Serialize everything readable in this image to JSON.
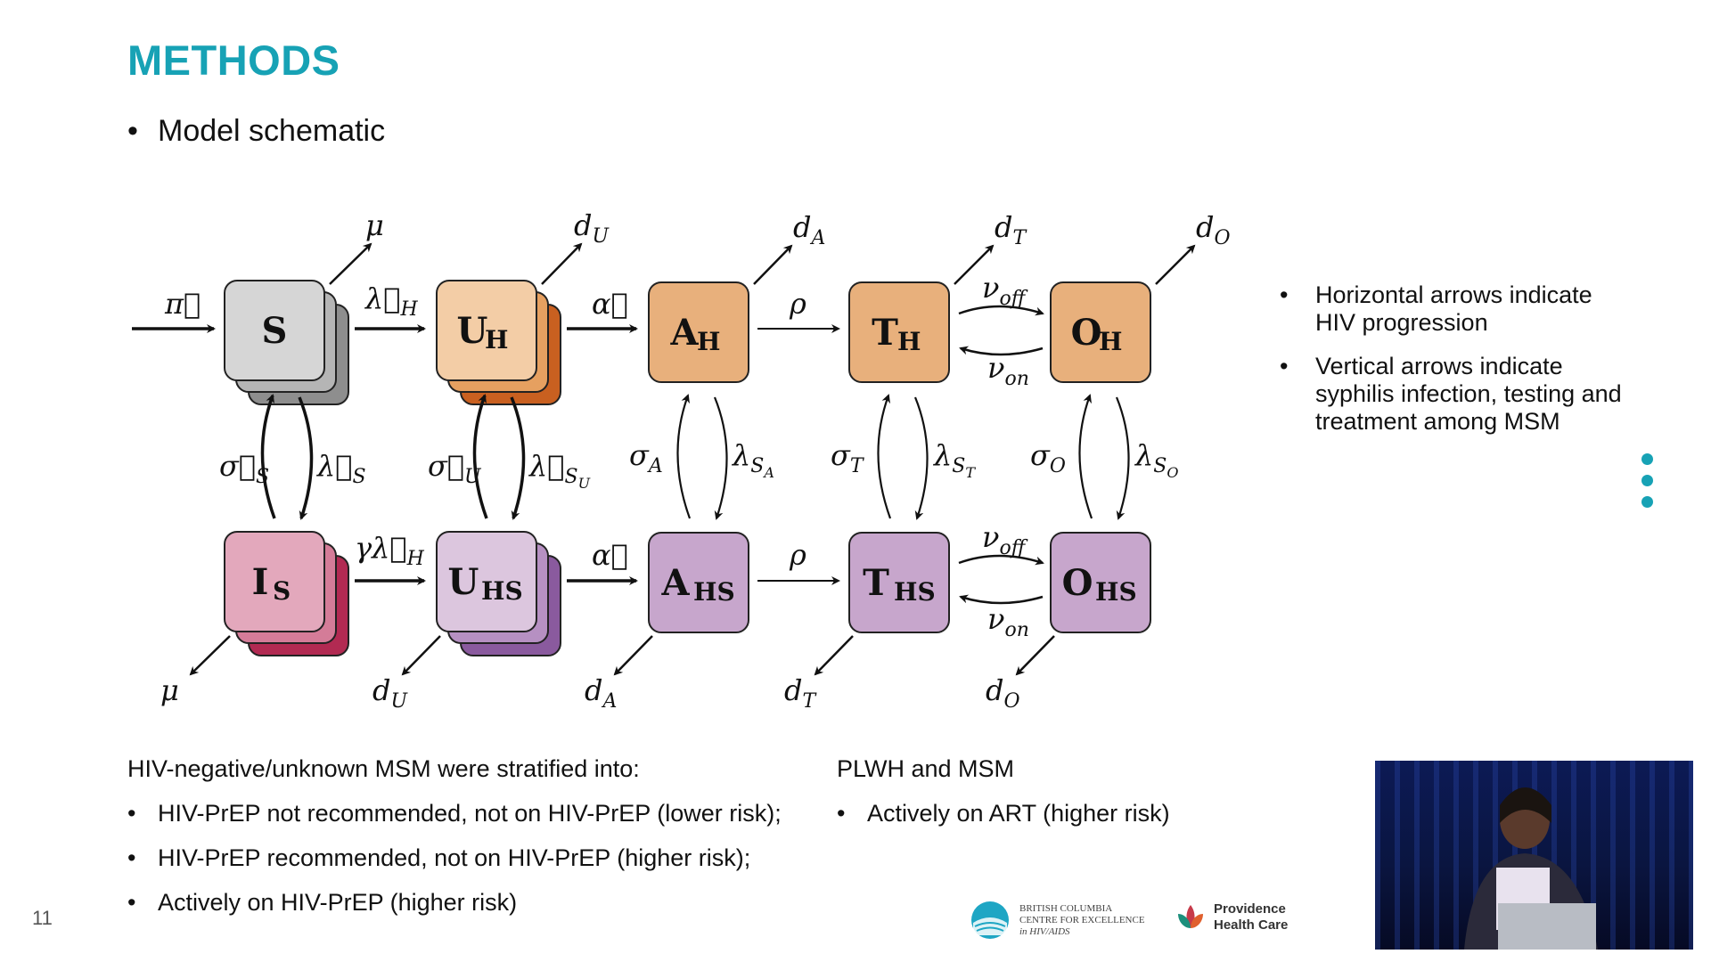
{
  "slide": {
    "title": "METHODS",
    "bullet": "Model schematic",
    "page_number": "11"
  },
  "diagram": {
    "boxes": [
      {
        "id": "S",
        "label": "S",
        "sub": "",
        "stacked": true,
        "fill": "#d6d6d6",
        "stack_colors": [
          "#b5b5b5",
          "#8e8e8e"
        ]
      },
      {
        "id": "UH",
        "label": "U",
        "sub": "H",
        "stacked": true,
        "fill": "#f3cda6",
        "stack_colors": [
          "#e6a060",
          "#c96020"
        ]
      },
      {
        "id": "AH",
        "label": "A",
        "sub": "H",
        "stacked": false,
        "fill": "#e8b07c"
      },
      {
        "id": "TH",
        "label": "T",
        "sub": "H",
        "stacked": false,
        "fill": "#e8b07c"
      },
      {
        "id": "OH",
        "label": "O",
        "sub": "H",
        "stacked": false,
        "fill": "#e8b07c"
      },
      {
        "id": "IS",
        "label": "I",
        "sub": "S",
        "stacked": true,
        "fill": "#e3a8bc",
        "stack_colors": [
          "#d47c98",
          "#b22a52"
        ]
      },
      {
        "id": "UHS",
        "label": "U",
        "sub": "HS",
        "stacked": true,
        "fill": "#dcc6de",
        "stack_colors": [
          "#b690c2",
          "#8a5a9e"
        ]
      },
      {
        "id": "AHS",
        "label": "A",
        "sub": "HS",
        "stacked": false,
        "fill": "#c7a6cc"
      },
      {
        "id": "THS",
        "label": "T",
        "sub": "HS",
        "stacked": false,
        "fill": "#c7a6cc"
      },
      {
        "id": "OHS",
        "label": "O",
        "sub": "HS",
        "stacked": false,
        "fill": "#c7a6cc"
      }
    ],
    "arrow_labels": {
      "pi": "π⃗",
      "mu_top": "μ",
      "dU_top": "d<sub>U</sub>",
      "dA_top": "d<sub>A</sub>",
      "dT_top": "d<sub>T</sub>",
      "dO_top": "d<sub>O</sub>",
      "lambda_H": "λ⃗<sub>H</sub>",
      "alpha_top": "α⃗",
      "rho_top": "ρ",
      "nu_off_top": "ν<sub>off</sub>",
      "nu_on_top": "ν<sub>on</sub>",
      "sigma_S": "σ⃗<sub>S</sub>",
      "lambda_S": "λ⃗<sub>S</sub>",
      "sigma_U": "σ⃗<sub>U</sub>",
      "lambda_SU": "λ⃗<sub>S<sub>U</sub></sub>",
      "sigma_A": "σ<sub>A</sub>",
      "lambda_SA": "λ<sub>S<sub>A</sub></sub>",
      "sigma_T": "σ<sub>T</sub>",
      "lambda_ST": "λ<sub>S<sub>T</sub></sub>",
      "sigma_O": "σ<sub>O</sub>",
      "lambda_SO": "λ<sub>S<sub>O</sub></sub>",
      "gamma_lambda_H": "γλ⃗<sub>H</sub>",
      "alpha_bottom": "α⃗",
      "rho_bottom": "ρ",
      "nu_off_bottom": "ν<sub>off</sub>",
      "nu_on_bottom": "ν<sub>on</sub>",
      "mu_bottom": "μ",
      "dU_bottom": "d<sub>U</sub>",
      "dA_bottom": "d<sub>A</sub>",
      "dT_bottom": "d<sub>T</sub>",
      "dO_bottom": "d<sub>O</sub>"
    }
  },
  "side_notes": [
    "Horizontal arrows indicate HIV progression",
    "Vertical arrows indicate syphilis infection, testing and treatment among MSM"
  ],
  "bottom_left": {
    "heading": "HIV-negative/unknown MSM were stratified into:",
    "items": [
      "HIV-PrEP not recommended, not on HIV-PrEP (lower risk);",
      "HIV-PrEP recommended, not on HIV-PrEP (higher risk);",
      "Actively on HIV-PrEP (higher risk)"
    ]
  },
  "bottom_right": {
    "heading": "PLWH and MSM",
    "items": [
      "Actively on ART (higher risk)"
    ]
  },
  "logos": {
    "bccfe_lines": [
      "British Columbia",
      "Centre for Excellence",
      "in HIV/AIDS"
    ],
    "providence_lines": [
      "Providence",
      "Health Care"
    ]
  },
  "colors": {
    "accent": "#17a2b5"
  },
  "bullet_char": "•"
}
